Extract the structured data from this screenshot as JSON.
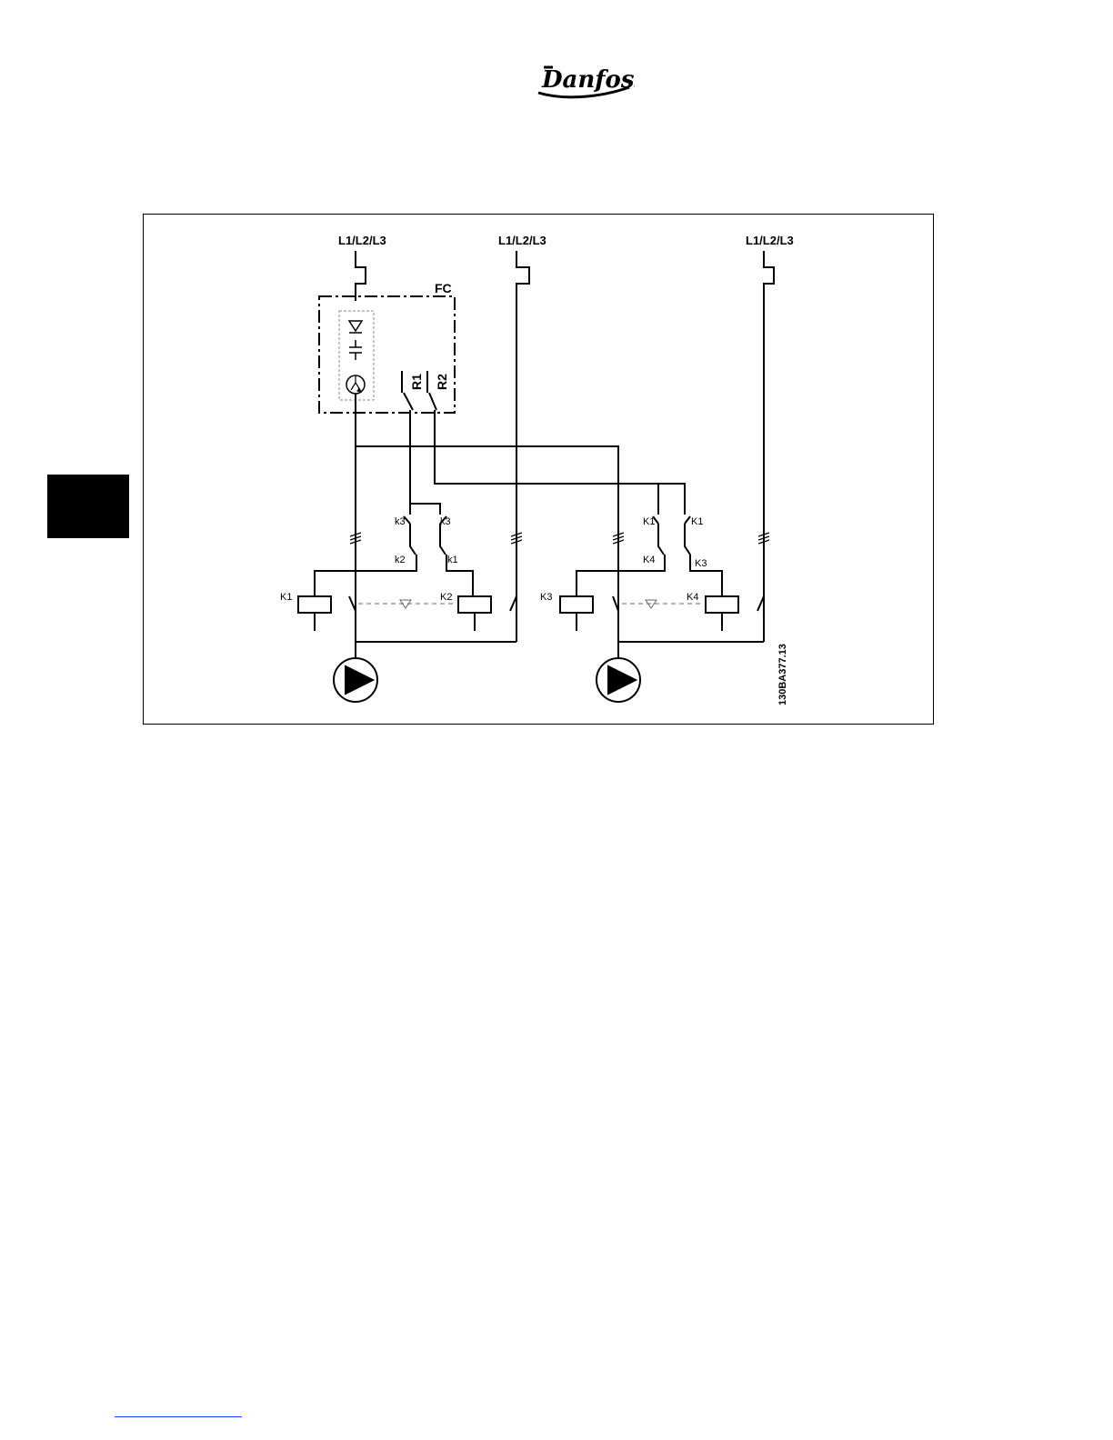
{
  "brand": {
    "name": "Danfoss",
    "logo_text": "Danfoss"
  },
  "diagram": {
    "supply_labels": [
      "L1/L2/L3",
      "L1/L2/L3",
      "L1/L2/L3"
    ],
    "fc_label": "FC",
    "relay_labels": [
      "R1",
      "R2"
    ],
    "interlock_labels": {
      "left_top": [
        "k3",
        "k3"
      ],
      "left_bottom": [
        "k2",
        "k1"
      ],
      "right_top": [
        "K1",
        "K1"
      ],
      "right_bottom": [
        "K4",
        "K3"
      ]
    },
    "contactor_labels": [
      "K1",
      "K2",
      "K3",
      "K4"
    ],
    "figure_code": "130BA377.13"
  },
  "colors": {
    "side_tab": "#000000",
    "footer_rule": "#1a3cff",
    "line": "#000000",
    "dash_link": "#666666"
  }
}
